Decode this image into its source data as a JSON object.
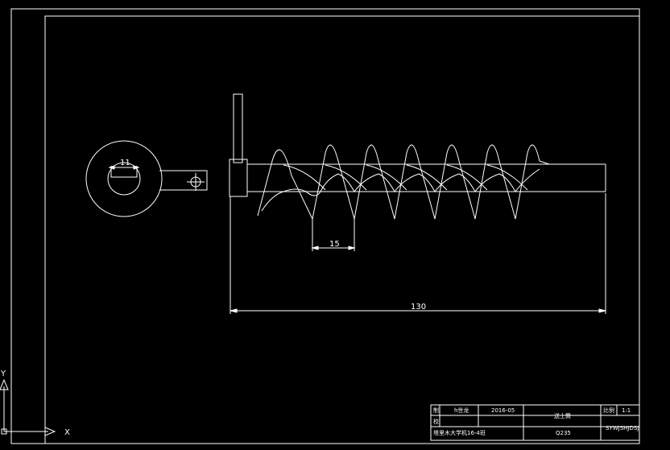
{
  "drawing": {
    "dimensions": {
      "hub_width": "11",
      "pitch": "15",
      "overall_length": "130"
    }
  },
  "title_block": {
    "cell_zhi": "制",
    "cell_jiao": "校",
    "designer": "h世龙",
    "date": "2016-05",
    "part_name": "送土筒",
    "scale_label": "比例",
    "scale_value": "1:1",
    "school": "塔里木大学机16-4班",
    "material": "Q235",
    "code": "SYWJSHJDSJ"
  },
  "ucs": {
    "x_label": "X",
    "y_label": "Y"
  },
  "colors": {
    "background": "#000000",
    "line": "#ffffff"
  }
}
